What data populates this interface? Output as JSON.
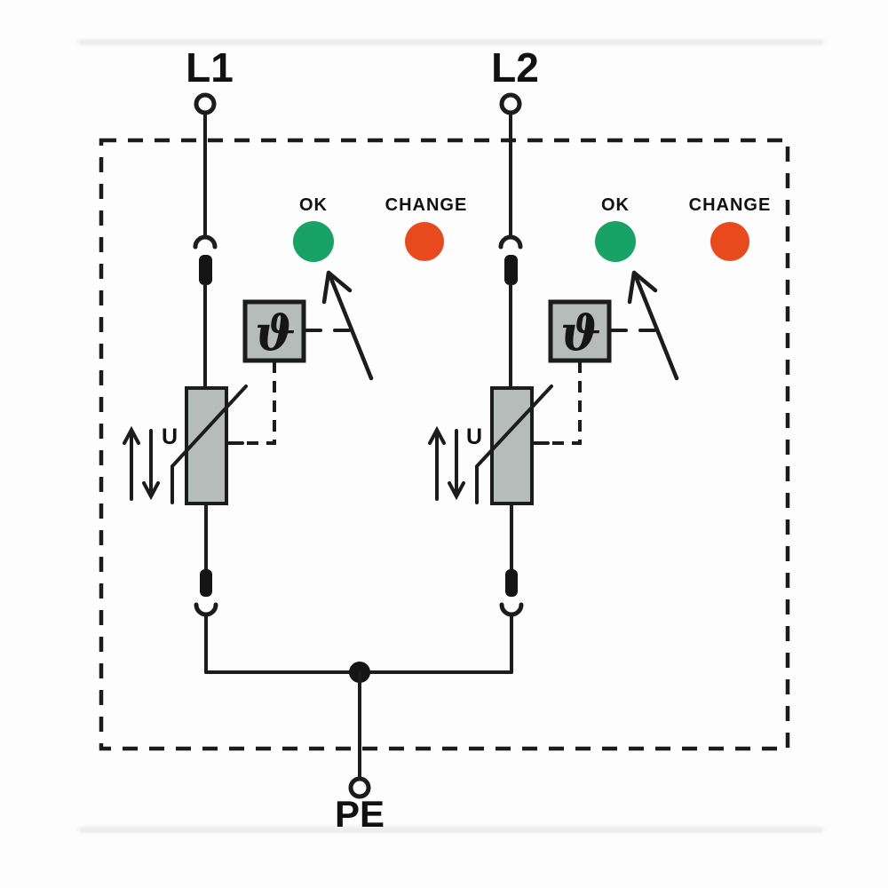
{
  "diagram_kind": "two-pole surge protective device circuit diagram",
  "labels": {
    "l1": "L1",
    "l2": "L2",
    "pe": "PE",
    "ok": "OK",
    "change": "CHANGE",
    "voltage": "U",
    "thermal_symbol": "ϑ"
  },
  "colors": {
    "ok_green": "#18a266",
    "change_red": "#e8491d",
    "component_gray": "#b6bcb9",
    "wire": "#1c1c1c",
    "background": "#fdfdfd"
  }
}
